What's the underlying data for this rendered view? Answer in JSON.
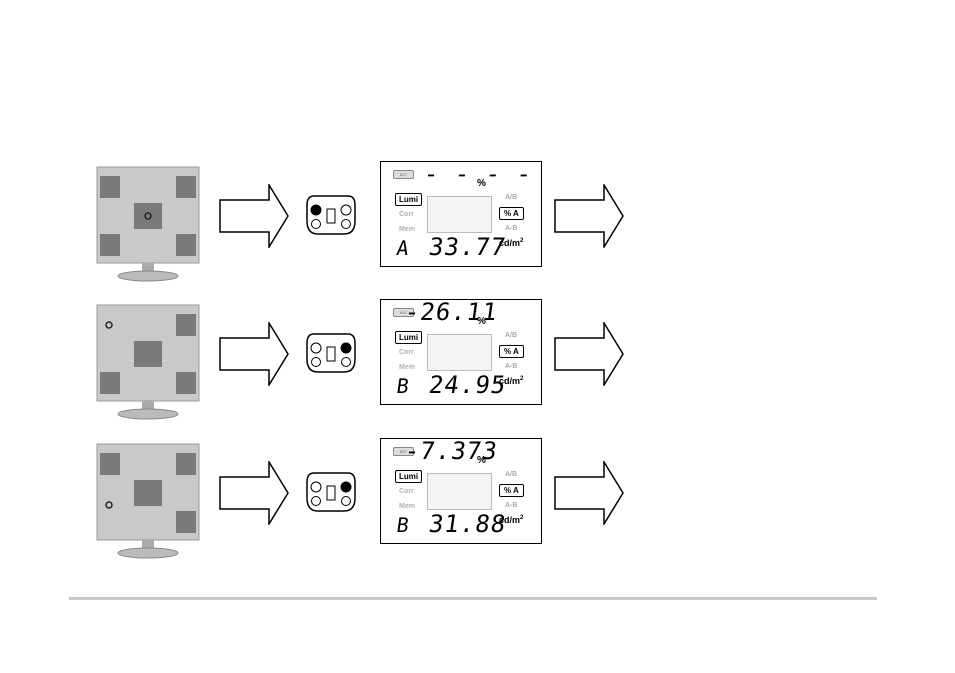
{
  "rows": [
    {
      "active_remote_button": "top-left",
      "monitor_spot": "center",
      "panel": {
        "battery_label": "BAT",
        "percent_value": "- - - -",
        "percent_sign": "%",
        "lumi_label": "Lumi",
        "corr_label": "Corr",
        "mem_label": "Mem",
        "ab_top": "A/B",
        "pct_a": "% A",
        "ab_bottom": "A-B",
        "unit": "cd/m",
        "unit_exp": "2",
        "mode_letter": "A",
        "main_value": "33.77"
      }
    },
    {
      "active_remote_button": "top-right",
      "monitor_spot": "top-left",
      "panel": {
        "battery_label": "BAT",
        "percent_value": "-26.11",
        "percent_sign": "%",
        "lumi_label": "Lumi",
        "corr_label": "Corr",
        "mem_label": "Mem",
        "ab_top": "A/B",
        "pct_a": "% A",
        "ab_bottom": "A-B",
        "unit": "cd/m",
        "unit_exp": "2",
        "mode_letter": "B",
        "main_value": "24.95"
      }
    },
    {
      "active_remote_button": "top-right",
      "monitor_spot": "bottom-left",
      "panel": {
        "battery_label": "BAT",
        "percent_value": "-7.373",
        "percent_sign": "%",
        "lumi_label": "Lumi",
        "corr_label": "Corr",
        "mem_label": "Mem",
        "ab_top": "A/B",
        "pct_a": "% A",
        "ab_bottom": "A-B",
        "unit": "cd/m",
        "unit_exp": "2",
        "mode_letter": "B",
        "main_value": "31.88"
      }
    }
  ],
  "colors": {
    "monitor_bg": "#c9c9c9",
    "monitor_square": "#7a7a7a",
    "accent": "#000000",
    "footer_line": "#c8c8c8"
  }
}
